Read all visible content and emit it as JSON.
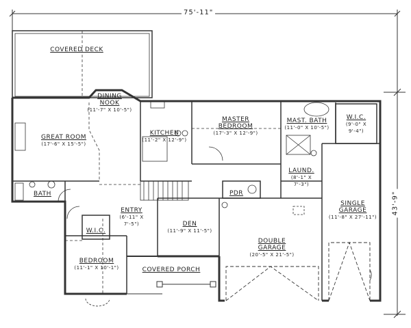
{
  "dimensions": {
    "width": "75'-11\"",
    "depth": "43'-9\""
  },
  "rooms": {
    "covered_deck": {
      "name": "COVERED DECK"
    },
    "dining_nook": {
      "name": "DINING NOOK",
      "size": "(11'-7\" X 10'-5\")"
    },
    "great_room": {
      "name": "GREAT ROOM",
      "size": "(17'-6\" X 15'-5\")"
    },
    "kitchen": {
      "name": "KITCHEN",
      "size": "(11'-2\" X 12'-9\")"
    },
    "master_bedroom": {
      "name": "MASTER BEDROOM",
      "size": "(17'-3\" X 12'-9\")"
    },
    "mast_bath": {
      "name": "MAST. BATH",
      "size": "(11'-0\" X 10'-5\")"
    },
    "master_wic": {
      "name": "W.I.C.",
      "size": "(9'-0\" X 9'-4\")"
    },
    "laundry": {
      "name": "LAUND.",
      "size": "(8'-1\" X 7'-3\")"
    },
    "pdr": {
      "name": "PDR"
    },
    "bath": {
      "name": "BATH"
    },
    "entry": {
      "name": "ENTRY",
      "size": "(6'-11\" X 7'-5\")"
    },
    "den": {
      "name": "DEN",
      "size": "(11'-9\" X 11'-5\")"
    },
    "wic": {
      "name": "W.I.C."
    },
    "bedroom": {
      "name": "BEDROOM",
      "size": "(11'-1\" X 10'-1\")"
    },
    "covered_porch": {
      "name": "COVERED PORCH"
    },
    "double_garage": {
      "name": "DOUBLE GARAGE",
      "size": "(20'-5\" X 21'-5\")"
    },
    "single_garage": {
      "name": "SINGLE GARAGE",
      "size": "(11'-8\" X 27'-11\")"
    }
  }
}
